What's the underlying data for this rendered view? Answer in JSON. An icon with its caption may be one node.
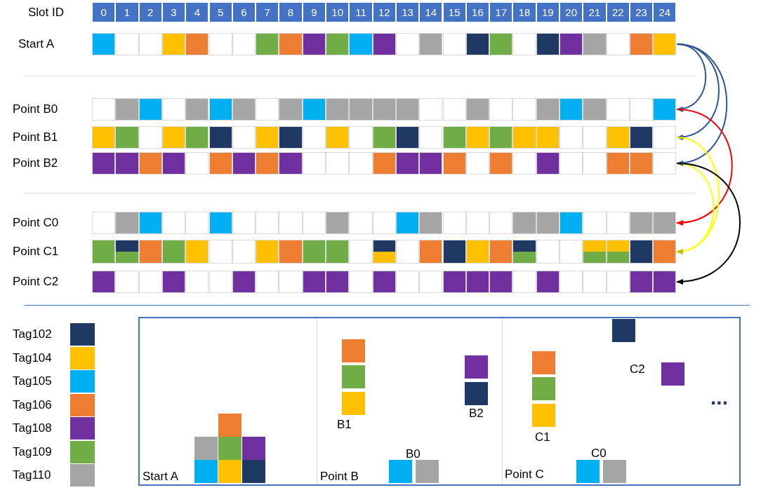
{
  "diagram": {
    "nodes": [
      {
        "text": [
          "Start A"
        ]
      },
      {
        "text": [
          "Point B0"
        ]
      },
      {
        "text": [
          "Point B1"
        ]
      },
      {
        "text": [
          "Point B2"
        ]
      },
      {
        "text": [
          "Point C0"
        ]
      },
      {
        "text": [
          "Point C1"
        ]
      },
      {
        "text": [
          "Point C2"
        ]
      }
    ],
    "edges": [
      {
        "from": 0,
        "to": 1,
        "arrow": "to",
        "color": "#2f5597"
      },
      {
        "from": 0,
        "to": 2,
        "arrow": "to",
        "color": "#2f5597"
      },
      {
        "from": 0,
        "to": 3,
        "arrow": "to",
        "color": "#2f5597"
      },
      {
        "from": 1,
        "to": 4,
        "arrow": "to",
        "color": "#ff0000"
      },
      {
        "from": 2,
        "to": 5,
        "arrow": "to",
        "color": "#ffff00"
      },
      {
        "from": 3,
        "to": 5,
        "arrow": "to",
        "color": "#ffff00"
      },
      {
        "from": 3,
        "to": 6,
        "arrow": "to",
        "color": "#000000"
      }
    ],
    "labels": [
      "Slot ID",
      "0",
      "1",
      "2",
      "3",
      "4",
      "5",
      "6",
      "7",
      "8",
      "9",
      "10",
      "11",
      "12",
      "13",
      "14",
      "15",
      "16",
      "17",
      "18",
      "19",
      "20",
      "21",
      "22",
      "23",
      "24",
      "B1",
      "B2",
      "C2",
      "C1",
      "B0",
      "C0",
      "Start A",
      "Point B",
      "Point C",
      "..."
    ],
    "legend": [
      {
        "text": "Tag102",
        "color": "#1f3864"
      },
      {
        "text": "Tag104",
        "color": "#ffc000"
      },
      {
        "text": "Tag105",
        "color": "#00b0f0"
      },
      {
        "text": "Tag106",
        "color": "#ed7d31"
      },
      {
        "text": "Tag108",
        "color": "#7030a0"
      },
      {
        "text": "Tag109",
        "color": "#70ad47"
      },
      {
        "text": "Tag110",
        "color": "#a5a5a5"
      }
    ]
  }
}
